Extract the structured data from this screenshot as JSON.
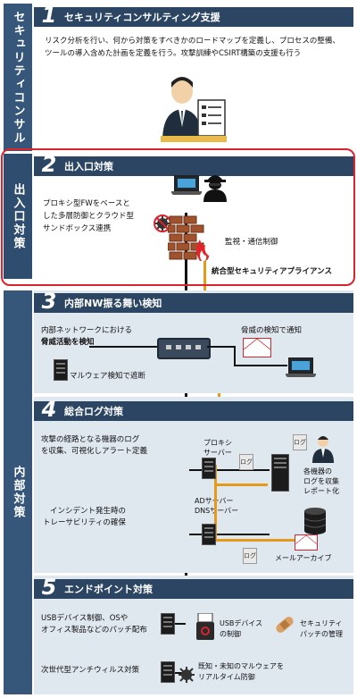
{
  "sidebar": {
    "consul": "セキュリティコンサル",
    "entrance": "出入口対策",
    "internal": "内部対策"
  },
  "sections": [
    {
      "num": "1",
      "title": "セキュリティコンサルティング支援"
    },
    {
      "num": "2",
      "title": "出入口対策"
    },
    {
      "num": "3",
      "title": "内部NW振る舞い検知"
    },
    {
      "num": "4",
      "title": "総合ログ対策"
    },
    {
      "num": "5",
      "title": "エンドポイント対策"
    }
  ],
  "s1": {
    "desc1": "リスク分析を行い、何から対策をすべきかのロードマップを定義し、プロセスの整備、",
    "desc2": "ツールの導入含めた計画を定義を行う。攻撃訓練やCSIRT構築の支援も行う"
  },
  "s2": {
    "desc1": "プロキシ型FWをベースと",
    "desc2": "した多層防御とクラウド型",
    "desc3": "サンドボックス連携",
    "monitor": "監視・通信制御",
    "appliance": "統合型セキュリティアプライアンス"
  },
  "s3": {
    "desc1": "内部ネットワークにおける",
    "desc2": "脅威活動を検知",
    "threat_notify": "脅威の検知で通知",
    "malware_block": "マルウェア検知で遮断"
  },
  "s4": {
    "desc1": "攻撃の経路となる機器のログ",
    "desc2": "を収集、可視化しアラート定義",
    "desc3": "インシデント発生時の",
    "desc4": "トレーサビリティの確保",
    "proxy1": "プロキシ",
    "proxy2": "サーバー",
    "ad1": "ADサーバー",
    "ad2": "DNSサーバー",
    "collect1": "各機器の",
    "collect2": "ログを収集",
    "collect3": "レポート化",
    "mail_archive": "メールアーカイブ",
    "log_label": "ログ"
  },
  "s5": {
    "desc1": "USBデバイス制御、OSや",
    "desc2": "オフィス製品などのパッチ配布",
    "usb1": "USBデバイス",
    "usb2": "の制御",
    "patch1": "セキュリティ",
    "patch2": "パッチの管理",
    "av": "次世代型アンチウィルス対策",
    "malware1": "既知・未知のマルウェアを",
    "malware2": "リアルタイム防御"
  },
  "colors": {
    "sidebar": "#36567a",
    "header": "#2b4562",
    "panel": "#dfe7ef",
    "accent_red": "#d9242f",
    "line_orange": "#e69a1c"
  }
}
